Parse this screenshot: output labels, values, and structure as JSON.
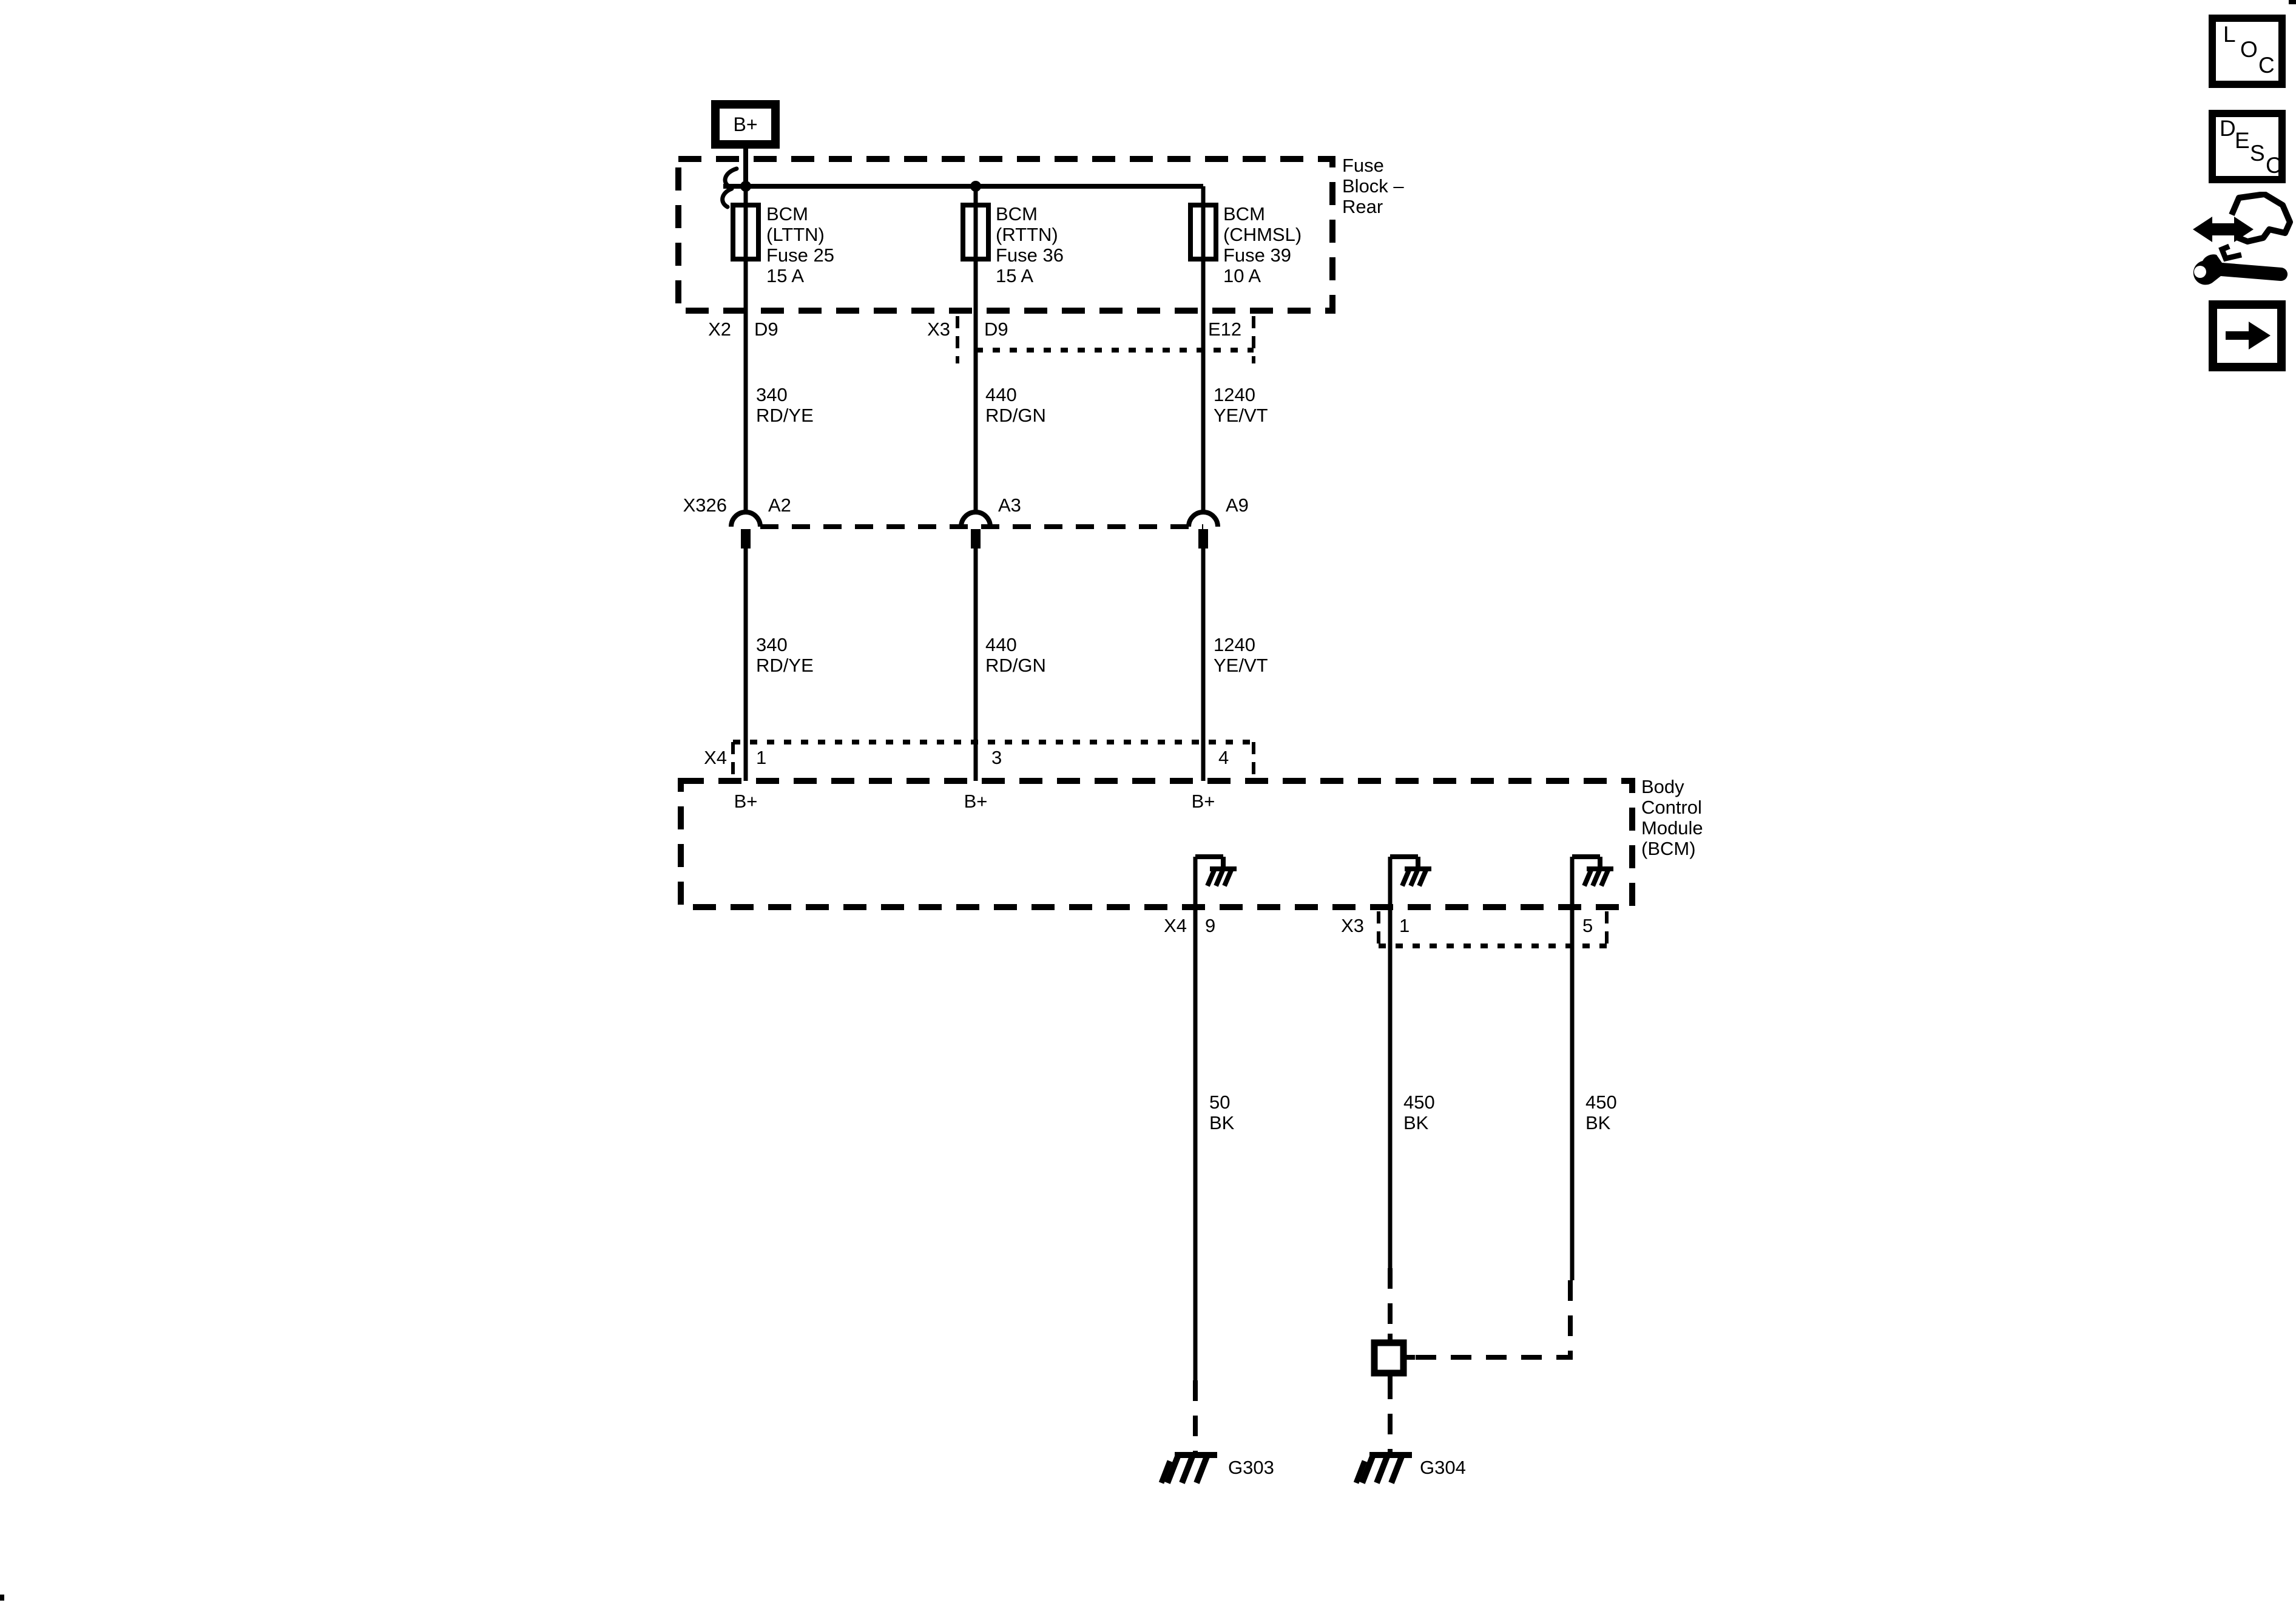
{
  "battery": {
    "label": "B+"
  },
  "fuse_block": {
    "title": "Fuse\nBlock –\nRear",
    "fuses": [
      {
        "label": "BCM\n(LTTN)\nFuse 25\n15 A"
      },
      {
        "label": "BCM\n(RTTN)\nFuse 36\n15 A"
      },
      {
        "label": "BCM\n(CHMSL)\nFuse 39\n10 A"
      }
    ],
    "pins": {
      "conn1": "X2",
      "pin1": "D9",
      "conn2": "X3",
      "pin2": "D9",
      "pin3": "E12"
    }
  },
  "wires_upper": [
    {
      "circuit": "340",
      "color": "RD/YE"
    },
    {
      "circuit": "440",
      "color": "RD/GN"
    },
    {
      "circuit": "1240",
      "color": "YE/VT"
    }
  ],
  "inline_connector": {
    "name": "X326",
    "pins": [
      "A2",
      "A3",
      "A9"
    ]
  },
  "wires_mid": [
    {
      "circuit": "340",
      "color": "RD/YE"
    },
    {
      "circuit": "440",
      "color": "RD/GN"
    },
    {
      "circuit": "1240",
      "color": "YE/VT"
    }
  ],
  "bcm": {
    "title": "Body\nControl\nModule\n(BCM)",
    "input": {
      "conn": "X4",
      "pins": [
        "1",
        "3",
        "4"
      ],
      "signals": [
        "B+",
        "B+",
        "B+"
      ]
    },
    "output": {
      "conn1": "X4",
      "pin1": "9",
      "conn2": "X3",
      "pin2": "1",
      "pin3": "5"
    }
  },
  "wires_ground": [
    {
      "circuit": "50",
      "color": "BK"
    },
    {
      "circuit": "450",
      "color": "BK"
    },
    {
      "circuit": "450",
      "color": "BK"
    }
  ],
  "grounds": [
    {
      "label": "G303"
    },
    {
      "label": "G304"
    }
  ],
  "sidebar": {
    "loc": [
      "L",
      "O",
      "C"
    ],
    "desc": [
      "D",
      "E",
      "S",
      "C"
    ]
  },
  "colors": {
    "ink": "#000000",
    "paper": "#ffffff"
  }
}
